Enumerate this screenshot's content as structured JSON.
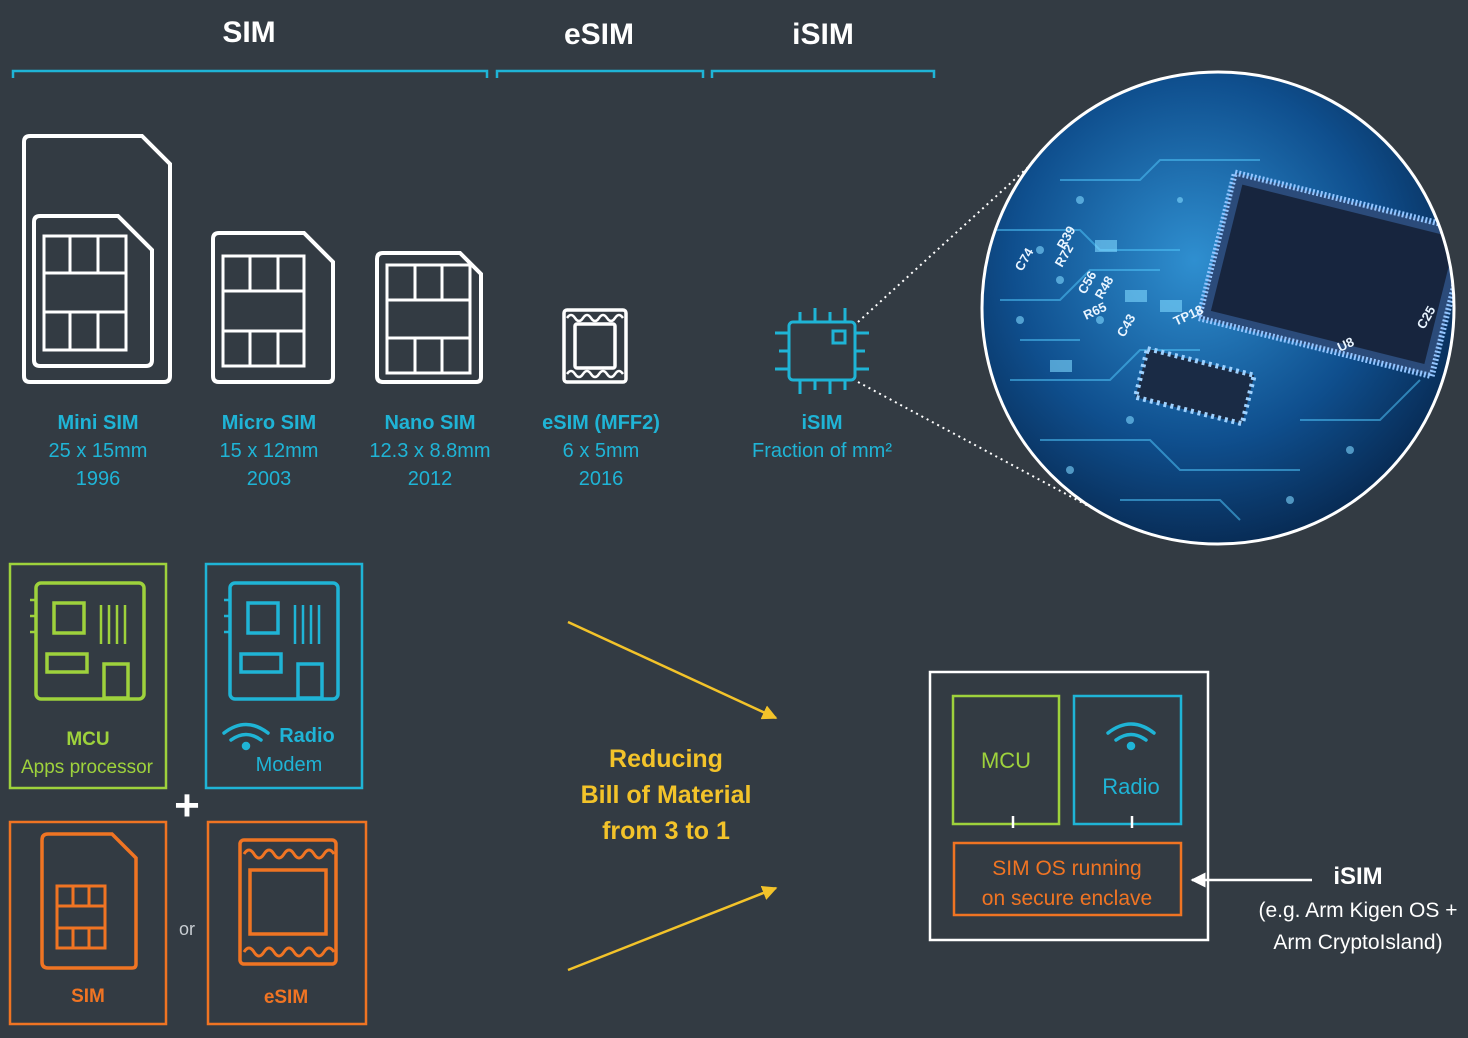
{
  "headers": {
    "sim": "SIM",
    "esim": "eSIM",
    "isim": "iSIM"
  },
  "cards": [
    {
      "name": "Mini SIM",
      "size": "25 x 15mm",
      "year": "1996"
    },
    {
      "name": "Micro SIM",
      "size": "15 x 12mm",
      "year": "2003"
    },
    {
      "name": "Nano SIM",
      "size": "12.3 x 8.8mm",
      "year": "2012"
    },
    {
      "name": "eSIM (MFF2)",
      "size": "6 x 5mm",
      "year": "2016"
    },
    {
      "name": "iSIM",
      "size": "Fraction of mm²"
    }
  ],
  "circuit_labels": [
    "C74",
    "R39",
    "C56",
    "R48",
    "R65",
    "C43",
    "TP18",
    "C25",
    "R72",
    "U8"
  ],
  "blocks": {
    "mcu": {
      "title": "MCU",
      "subtitle": "Apps processor"
    },
    "radio": {
      "title": "Radio",
      "subtitle": "Modem"
    },
    "plus": "+",
    "sim": "SIM",
    "or": "or",
    "esim": "eSIM"
  },
  "reducing": {
    "line1": "Reducing",
    "line2": "Bill of Material",
    "line3": "from 3 to 1"
  },
  "integrated": {
    "mcu": "MCU",
    "radio": "Radio",
    "enclave_line1": "SIM OS running",
    "enclave_line2": "on secure enclave"
  },
  "isim_callout": {
    "title": "iSIM",
    "line1": "(e.g. Arm Kigen OS +",
    "line2": "Arm CryptoIsland)"
  },
  "colors": {
    "background": "#333b43",
    "cyan": "#1fb4d6",
    "green": "#9ed23c",
    "orange": "#f07423",
    "yellow": "#f3c32a",
    "white": "#ffffff"
  }
}
